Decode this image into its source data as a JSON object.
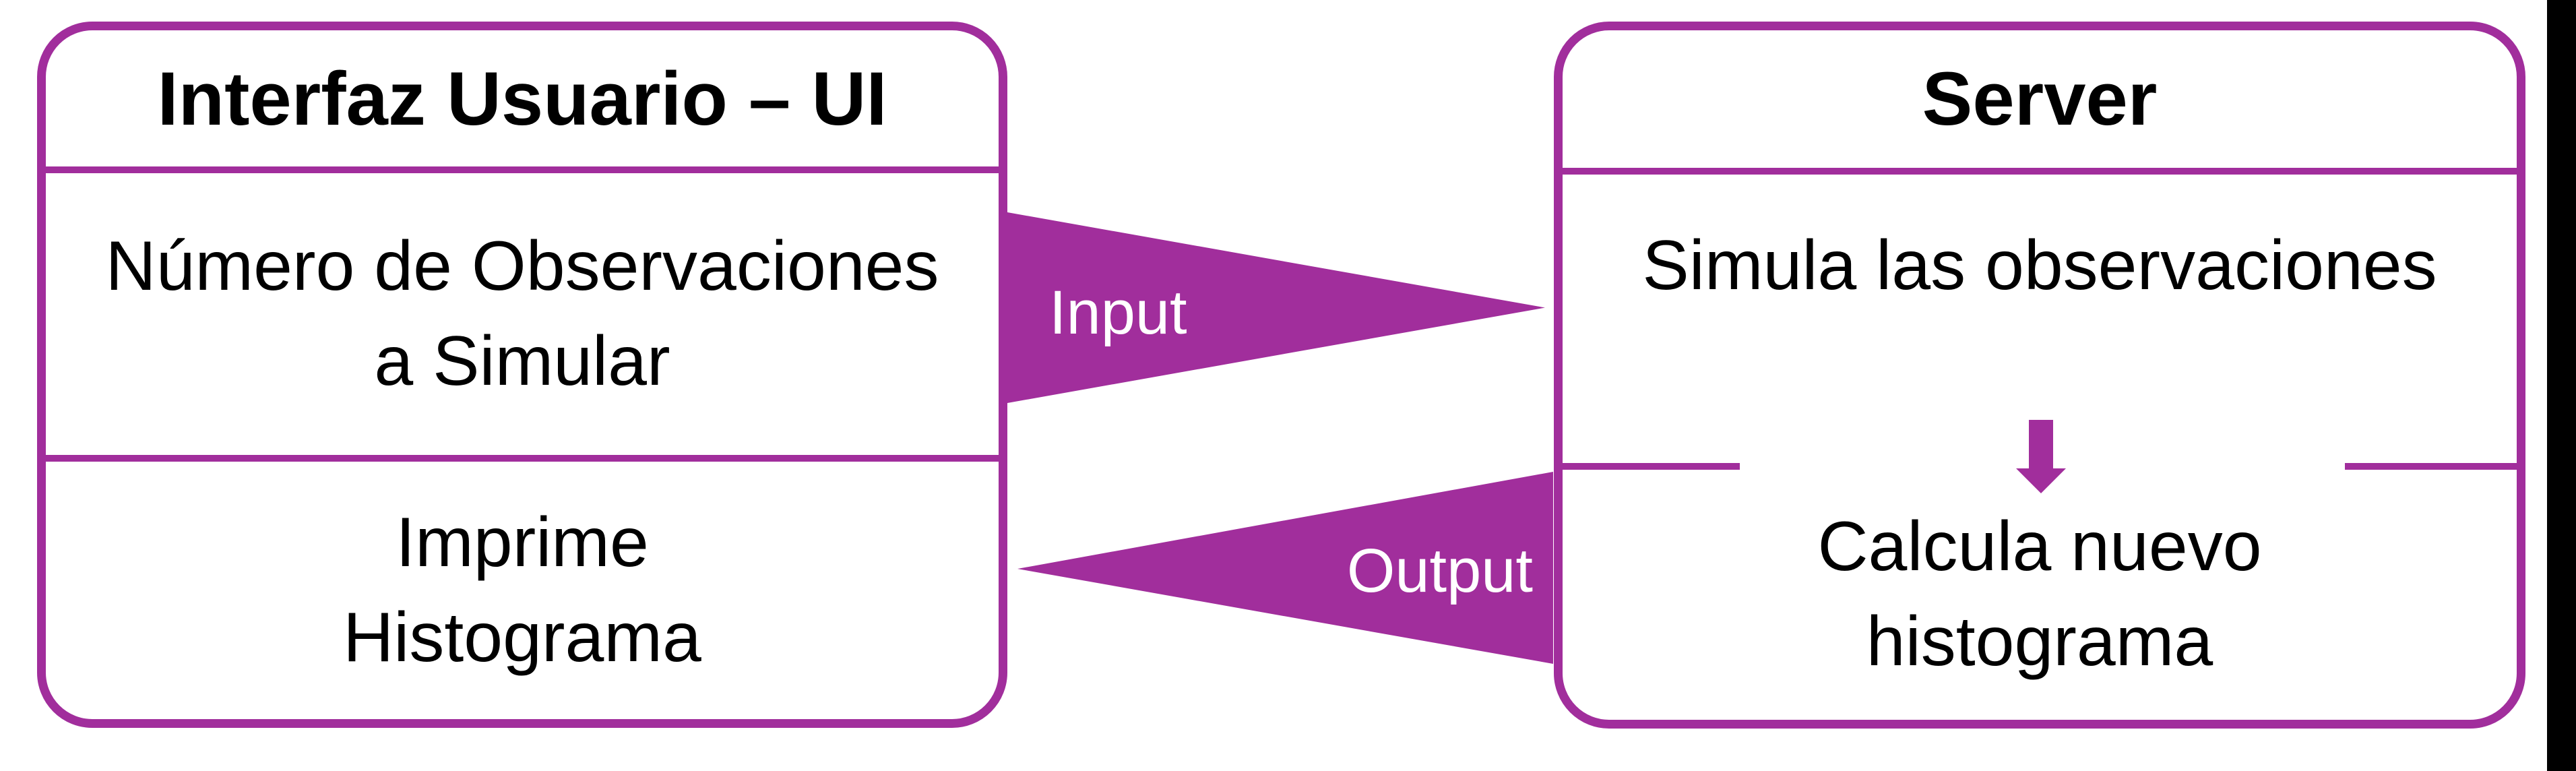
{
  "colors": {
    "accent": "#A12E9C",
    "text": "#000000",
    "label_text": "#FFFFFF",
    "edge_strip": "#000000",
    "background": "#FFFFFF"
  },
  "icons": {
    "server_internal_flow": "down-arrow"
  },
  "ui_box": {
    "title": "Interfaz Usuario – UI",
    "input_section": {
      "line1": "Número de Observaciones",
      "line2": "a Simular"
    },
    "output_section": {
      "line1": "Imprime",
      "line2": "Histograma"
    }
  },
  "server_box": {
    "title": "Server",
    "simulate_section": {
      "line1": "Simula las observaciones"
    },
    "calculate_section": {
      "line1": "Calcula nuevo",
      "line2": "histograma"
    }
  },
  "flows": {
    "input_label": "Input",
    "output_label": "Output"
  }
}
